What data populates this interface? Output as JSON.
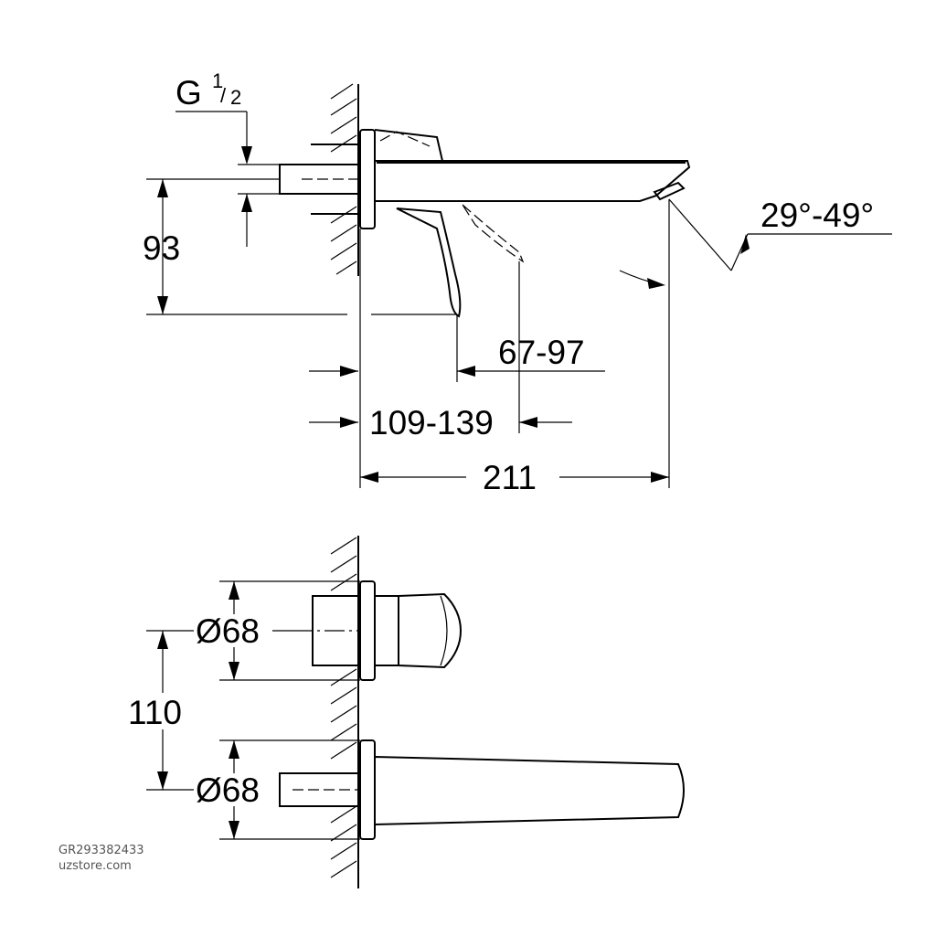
{
  "labels": {
    "thread_letter": "G",
    "thread_num": "1",
    "thread_den": "2",
    "dim_93": "93",
    "dim_67_97": "67-97",
    "dim_109_139": "109-139",
    "dim_211": "211",
    "angle": "29°-49°",
    "dia_top": "Ø68",
    "dim_110": "110",
    "dia_bottom": "Ø68"
  },
  "watermark": {
    "code": "GR293382433",
    "site": "uzstore.com"
  }
}
